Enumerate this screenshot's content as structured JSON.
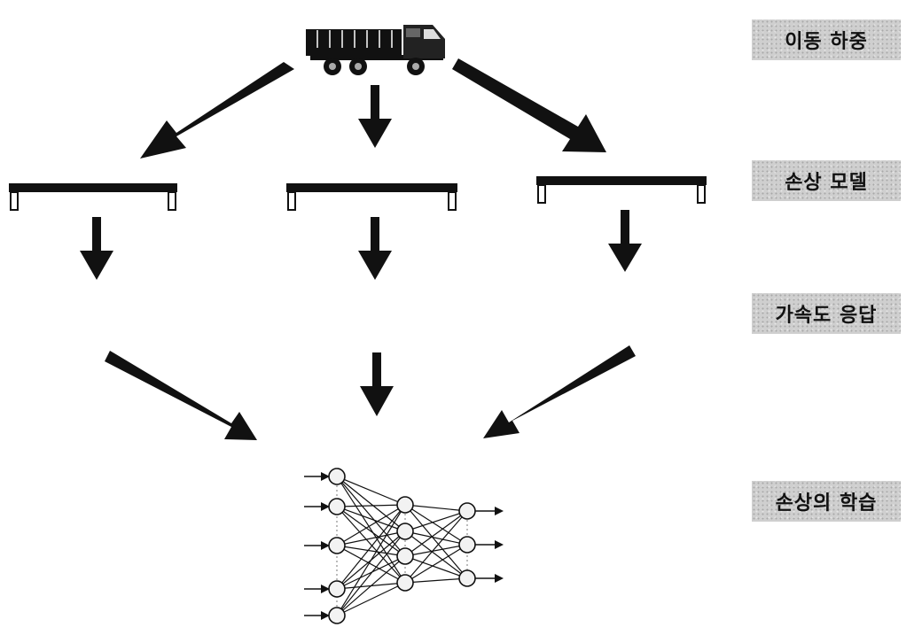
{
  "stages": {
    "moving_load": "이동 하중",
    "damage_model": "손상 모델",
    "acceleration_response": "가속도 응답",
    "damage_learning": "손상의 학습"
  },
  "icons": {
    "load": "truck-icon",
    "model": "simply-supported-beam-icon",
    "learning": "neural-network-icon"
  },
  "colors": {
    "ink": "#111111",
    "label_background": "#cfcfcf"
  },
  "neural_network": {
    "layers": [
      5,
      4,
      3
    ]
  }
}
